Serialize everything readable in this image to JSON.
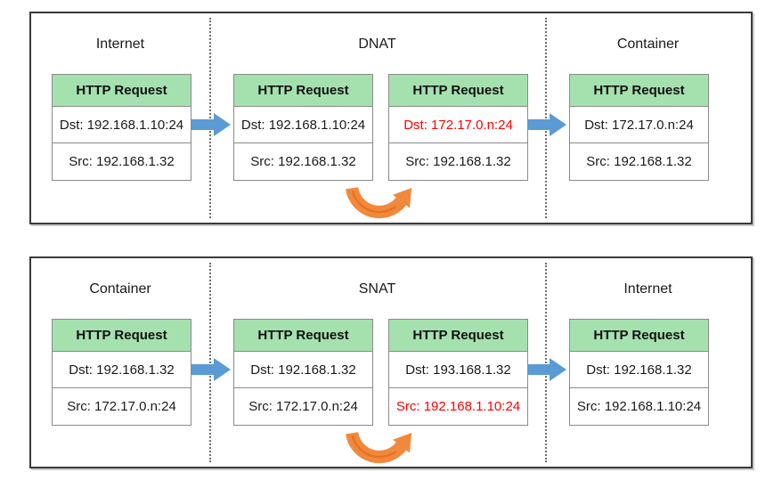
{
  "colors": {
    "packet_header_green": "#a5e1ae",
    "blue_arrow": "#5b9bd5",
    "orange_arrow": "#f1893d",
    "orange_arrow_line": "#e7721f",
    "highlight_red": "#ff0000",
    "panel_border": "#3a3a3a",
    "box_border": "#8a8a8a"
  },
  "panels": [
    {
      "name": "DNAT flow",
      "zones": [
        {
          "label": "Internet",
          "boxes": [
            {
              "header": "HTTP Request",
              "rows": [
                {
                  "text": "Dst: 192.168.1.10:24",
                  "highlight": false
                },
                {
                  "text": "Src: 192.168.1.32",
                  "highlight": false
                }
              ]
            }
          ]
        },
        {
          "label": "DNAT",
          "boxes": [
            {
              "header": "HTTP Request",
              "rows": [
                {
                  "text": "Dst: 192.168.1.10:24",
                  "highlight": false
                },
                {
                  "text": "Src: 192.168.1.32",
                  "highlight": false
                }
              ]
            },
            {
              "header": "HTTP Request",
              "rows": [
                {
                  "text": "Dst: 172.17.0.n:24",
                  "highlight": true
                },
                {
                  "text": "Src: 192.168.1.32",
                  "highlight": false
                }
              ]
            }
          ]
        },
        {
          "label": "Container",
          "boxes": [
            {
              "header": "HTTP Request",
              "rows": [
                {
                  "text": "Dst: 172.17.0.n:24",
                  "highlight": false
                },
                {
                  "text": "Src: 192.168.1.32",
                  "highlight": false
                }
              ]
            }
          ]
        }
      ]
    },
    {
      "name": "SNAT flow",
      "zones": [
        {
          "label": "Container",
          "boxes": [
            {
              "header": "HTTP Request",
              "rows": [
                {
                  "text": "Dst: 192.168.1.32",
                  "highlight": false
                },
                {
                  "text": "Src: 172.17.0.n:24",
                  "highlight": false
                }
              ]
            }
          ]
        },
        {
          "label": "SNAT",
          "boxes": [
            {
              "header": "HTTP Request",
              "rows": [
                {
                  "text": "Dst: 192.168.1.32",
                  "highlight": false
                },
                {
                  "text": "Src: 172.17.0.n:24",
                  "highlight": false
                }
              ]
            },
            {
              "header": "HTTP Request",
              "rows": [
                {
                  "text": "Dst: 193.168.1.32",
                  "highlight": false
                },
                {
                  "text": "Src: 192.168.1.10:24",
                  "highlight": true
                }
              ]
            }
          ]
        },
        {
          "label": "Internet",
          "boxes": [
            {
              "header": "HTTP Request",
              "rows": [
                {
                  "text": "Dst: 192.168.1.32",
                  "highlight": false
                },
                {
                  "text": "Src: 192.168.1.10:24",
                  "highlight": false
                }
              ]
            }
          ]
        }
      ]
    }
  ]
}
